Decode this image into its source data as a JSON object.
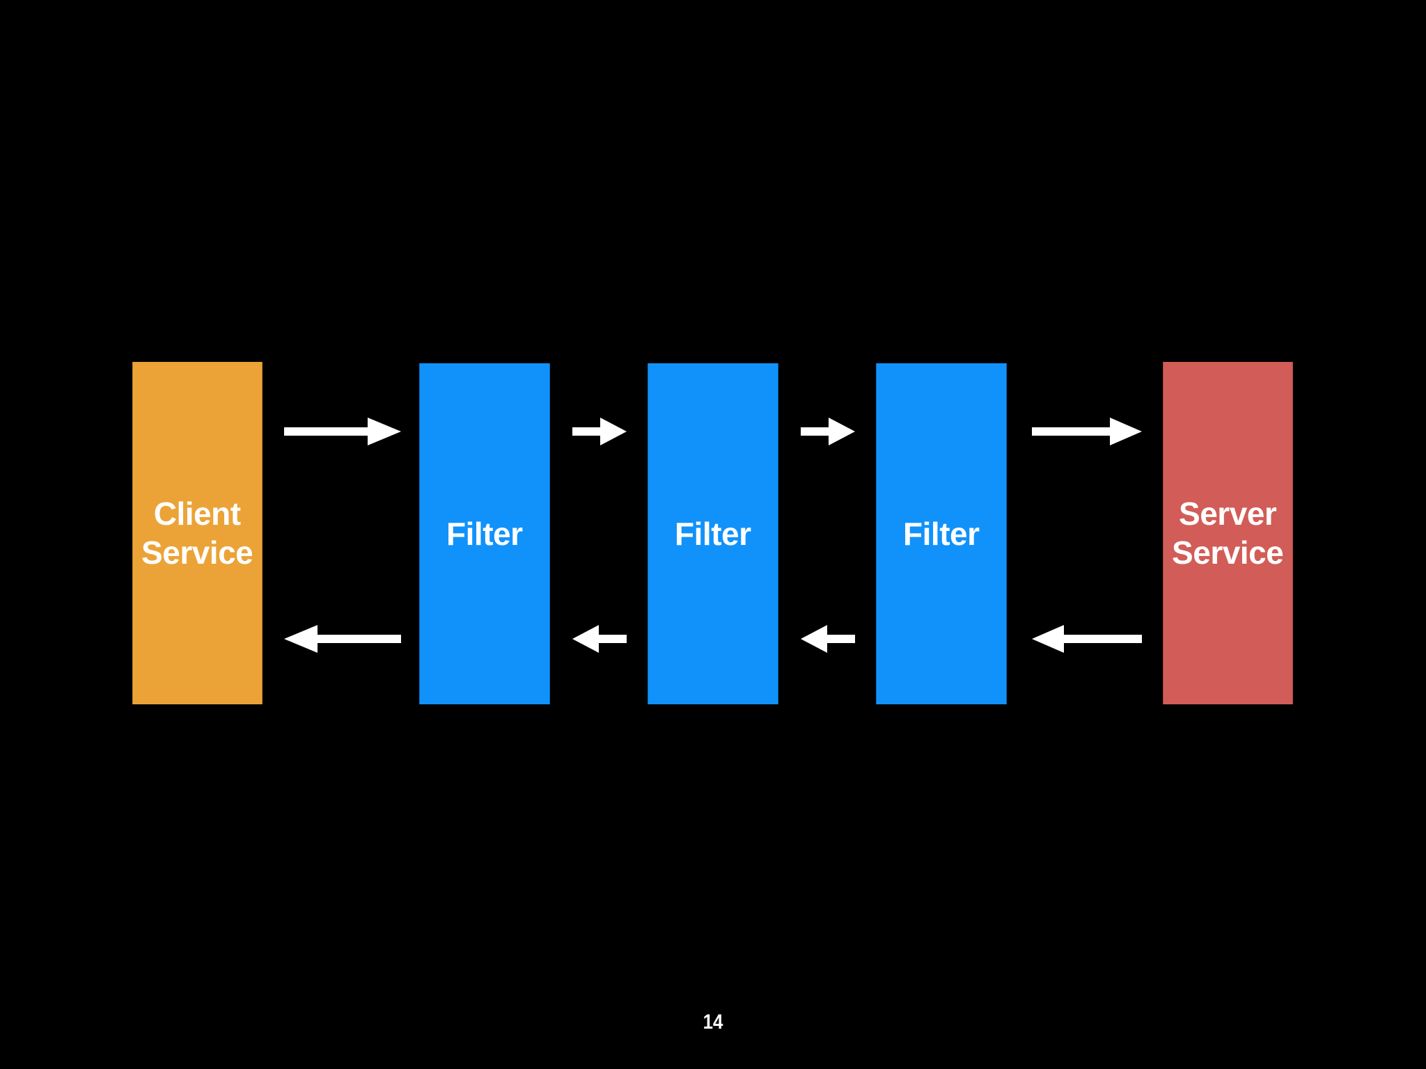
{
  "slide": {
    "background_color": "#000000",
    "page_number": "14",
    "nodes": [
      {
        "id": "client-service",
        "label": "Client\nService",
        "color": "#EBA337",
        "text_color": "#FFFFFF",
        "role": "client"
      },
      {
        "id": "filter-1",
        "label": "Filter",
        "color": "#1192FA",
        "text_color": "#FFFFFF",
        "role": "filter"
      },
      {
        "id": "filter-2",
        "label": "Filter",
        "color": "#1192FA",
        "text_color": "#FFFFFF",
        "role": "filter"
      },
      {
        "id": "filter-3",
        "label": "Filter",
        "color": "#1192FA",
        "text_color": "#FFFFFF",
        "role": "filter"
      },
      {
        "id": "server-service",
        "label": "Server\nService",
        "color": "#D25C57",
        "text_color": "#FFFFFF",
        "role": "server"
      }
    ],
    "arrows": {
      "color": "#FFFFFF",
      "request_flow": [
        {
          "id": "req-client-to-filter-1",
          "direction": "right",
          "from": "client-service",
          "to": "filter-1"
        },
        {
          "id": "req-filter-1-to-filter-2",
          "direction": "right",
          "from": "filter-1",
          "to": "filter-2"
        },
        {
          "id": "req-filter-2-to-filter-3",
          "direction": "right",
          "from": "filter-2",
          "to": "filter-3"
        },
        {
          "id": "req-filter-3-to-server",
          "direction": "right",
          "from": "filter-3",
          "to": "server-service"
        }
      ],
      "response_flow": [
        {
          "id": "res-filter-1-to-client",
          "direction": "left",
          "from": "filter-1",
          "to": "client-service"
        },
        {
          "id": "res-filter-2-to-filter-1",
          "direction": "left",
          "from": "filter-2",
          "to": "filter-1"
        },
        {
          "id": "res-filter-3-to-filter-2",
          "direction": "left",
          "from": "filter-3",
          "to": "filter-2"
        },
        {
          "id": "res-server-to-filter-3",
          "direction": "left",
          "from": "server-service",
          "to": "filter-3"
        }
      ]
    }
  }
}
